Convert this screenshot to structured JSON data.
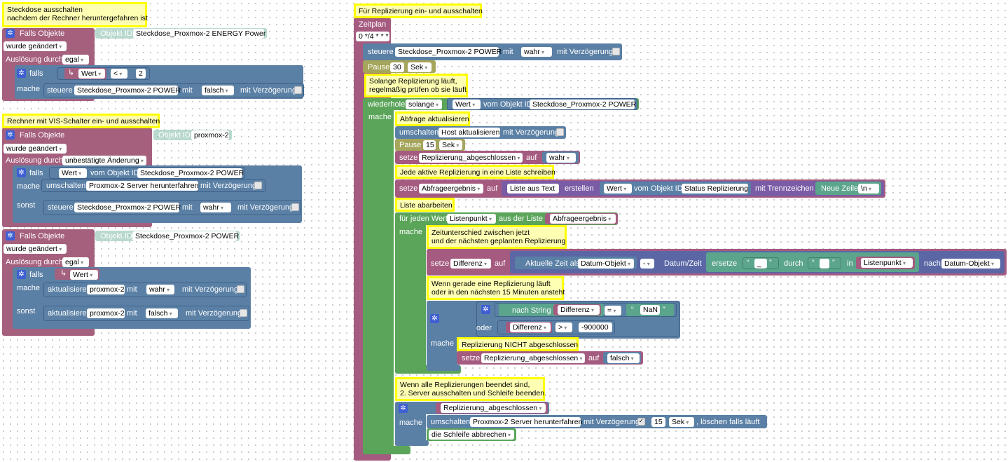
{
  "colors": {
    "trigger": "#a5607e",
    "control": "#5b80a5",
    "loop": "#5ba55b",
    "variable": "#a55b80",
    "text": "#5ba58c",
    "timer": "#a5a55b",
    "list": "#7a5ba5",
    "logic": "#5b8fd6",
    "schedule": "#a55b80",
    "comment_fill": "#ffffb3",
    "comment_border": "#ffff00"
  },
  "script1": {
    "comment_line1": "Steckdose ausschalten",
    "comment_line2": "nachdem der Rechner heruntergefahren ist",
    "trigger_label": "Falls Objekte",
    "object_id_label": "Objekt ID",
    "object_id_value": "Steckdose_Proxmox-2 ENERGY  Power",
    "changed": "wurde geändert",
    "trigger_by_label": "Auslösung durch",
    "trigger_by_value": "egal",
    "if_label": "falls",
    "return_icon": "↳",
    "value": "Wert",
    "operator": "<",
    "number": "2",
    "do_label": "mache",
    "control_label": "steuere",
    "control_target": "Steckdose_Proxmox-2 POWER",
    "with": "mit",
    "control_value": "falsch",
    "delay": "mit Verzögerung"
  },
  "script2": {
    "comment": "Rechner mit VIS-Schalter ein- und ausschalten",
    "trigger_label": "Falls Objekte",
    "object_id_label": "Objekt ID",
    "object_id_value": "proxmox-2",
    "changed": "wurde geändert",
    "trigger_by_label": "Auslösung durch",
    "trigger_by_value": "unbestätigte Änderung",
    "if_label": "falls",
    "value": "Wert",
    "from_object": "vom Objekt ID",
    "object_ref": "Steckdose_Proxmox-2 POWER",
    "do_label": "mache",
    "toggle_label": "umschalten",
    "toggle_target": "Proxmox-2 Server herunterfahren",
    "delay": "mit Verzögerung",
    "else_label": "sonst",
    "control_label": "steuere",
    "control_target": "Steckdose_Proxmox-2 POWER",
    "with": "mit",
    "control_value": "wahr"
  },
  "script3": {
    "trigger_label": "Falls Objekte",
    "object_id_label": "Objekt ID",
    "object_id_value": "Steckdose_Proxmox-2 POWER",
    "changed": "wurde geändert",
    "trigger_by_label": "Auslösung durch",
    "trigger_by_value": "egal",
    "if_label": "falls",
    "return_icon": "↳",
    "value": "Wert",
    "do_label": "mache",
    "update_label": "aktualisiere",
    "update_target": "proxmox-2",
    "with": "mit",
    "value_true": "wahr",
    "delay": "mit Verzögerung",
    "else_label": "sonst",
    "value_false": "falsch"
  },
  "script4": {
    "comment": "Für Replizierung ein- und ausschalten",
    "schedule_label": "Zeitplan",
    "cron": "0 */4 * * *",
    "control_label": "steuere",
    "control_target": "Steckdose_Proxmox-2 POWER",
    "with": "mit",
    "control_value": "wahr",
    "delay": "mit Verzögerung",
    "pause_label": "Pause",
    "pause1_value": "30",
    "pause_unit": "Sek",
    "comment_loop_line1": "Solange Replizierung läuft,",
    "comment_loop_line2": "regelmäßig prüfen ob sie läuft",
    "repeat_label": "wiederhole",
    "repeat_mode": "solange",
    "value": "Wert",
    "from_object": "vom Objekt ID",
    "repeat_object": "Steckdose_Proxmox-2 POWER",
    "do_label": "mache",
    "comment_query": "Abfrage aktualisieren",
    "toggle_label": "umschalten",
    "toggle_target1": "Host aktualisieren",
    "pause2_value": "15",
    "set_label": "setze",
    "var_done": "Replizierung_abgeschlossen",
    "to": "auf",
    "value_true": "wahr",
    "comment_list": "Jede aktive Replizierung in eine Liste schreiben",
    "var_result": "Abfrageergebnis",
    "list_from_text": "Liste aus Text",
    "create": "erstellen",
    "status_object": "Status Replizierung",
    "separator_label": "mit Trennzeichen",
    "newline_label": "Neue Zeile",
    "newline_value": "\\n",
    "comment_process": "Liste abarbeiten",
    "for_each": "für jeden Wert",
    "list_item": "Listenpunkt",
    "from_list": "aus der Liste",
    "comment_diff_line1": "Zeitunterschied zwischen jetzt",
    "comment_diff_line2": "und der nächsten geplanten Replizierung",
    "var_diff": "Differenz",
    "current_time": "Aktuelle Zeit als",
    "date_object": "Datum-Objekt",
    "minus": "-",
    "date_time": "Datum/Zeit",
    "replace": "ersetze",
    "underscore": "_",
    "by": "durch",
    "space": " ",
    "in": "in",
    "to_date": "nach",
    "comment_check_line1": "Wenn gerade eine Replizierung läuft",
    "comment_check_line2": "oder in den nächsten 15 Minuten ansteht",
    "as_string": "nach String",
    "equals": "=",
    "nan": "NaN",
    "or": "oder",
    "greater": ">",
    "threshold": "-900000",
    "comment_not_done": "Replizierung NICHT abgeschlossen",
    "value_false": "falsch",
    "comment_end_line1": "Wenn alle Replizierungen beendet sind,",
    "comment_end_line2": "2. Server ausschalten und Schleife beenden.",
    "toggle_target2": "Proxmox-2 Server herunterfahren",
    "delay_checked": "✓",
    "delay_value": "15",
    "cancel_if_running": ", löschen falls läuft",
    "break_loop": "die Schleife abbrechen"
  }
}
